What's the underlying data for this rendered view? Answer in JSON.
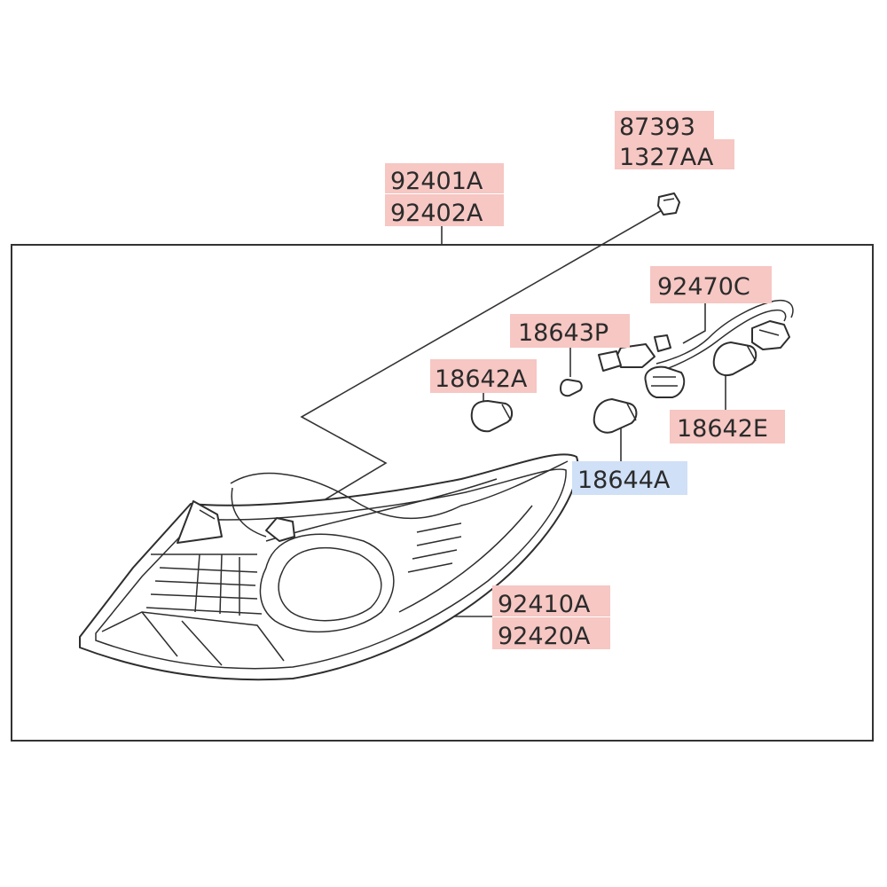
{
  "colors": {
    "label_highlight": "#f6c7c3",
    "label_selected": "#cfe0f7",
    "line": "#333333"
  },
  "labels": {
    "screw_a": "87393",
    "screw_b": "1327AA",
    "assembly_a": "92401A",
    "assembly_b": "92402A",
    "socket_wiring": "92470C",
    "bulb_small": "18643P",
    "bulb_left": "18642A",
    "bulb_right": "18642E",
    "bulb_center": "18644A",
    "lens_a": "92410A",
    "lens_b": "92420A"
  }
}
